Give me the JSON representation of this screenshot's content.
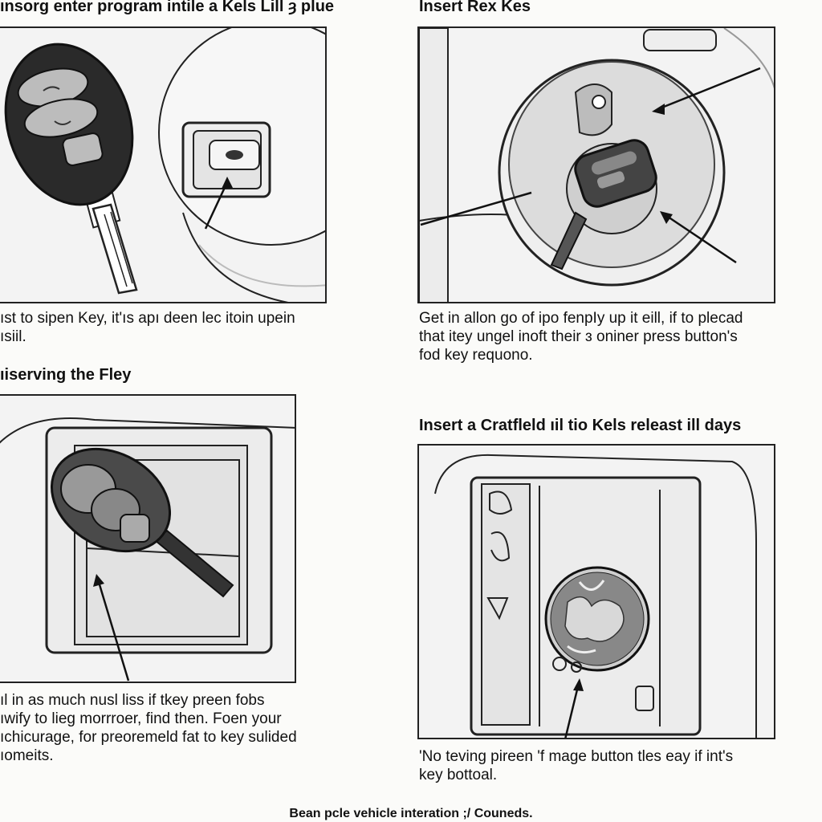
{
  "steps": [
    {
      "heading": "ınsorg enter program intile a Kels Lill ȝ plue",
      "caption": [
        "ıst to sipen Key, it'ıs apı deen lec itoin upein",
        "ısiil."
      ]
    },
    {
      "heading": "Insert Rex Kes",
      "caption": [
        "Get in allon go of ipo fenpIy up it eill, if to plecad",
        "that itey ungel inoft their ɜ oniner press button's",
        "fod key requono."
      ]
    },
    {
      "heading": "ıiserving the Fley",
      "caption": [
        "ıl in as much nusl liss if tkey preen fobs",
        "ıwify to lieg morrroer, find then. Foen your",
        "ıchicurage, for preoremeld fat to key sulided",
        "ıomeits."
      ]
    },
    {
      "heading": "Insert a Cratfleld ıil tio Kels releast ill days",
      "caption": [
        "'No teving pireen 'f mage button tles eay if int's",
        "key bottoal."
      ]
    }
  ],
  "footer": "Bean pcle vehicle interation ;/ Couneds.",
  "colors": {
    "key_body": "#2a2a2a",
    "key_buttons": "#bcbcbc",
    "line_art": "#222222",
    "panel_fill": "#f3f3f3",
    "ignition_fill": "#dcdcdc"
  },
  "icons": [
    "key-fob-icon",
    "ignition-slot-icon",
    "arrow-icon",
    "ignition-cylinder-icon",
    "key-in-slot-icon",
    "dash-port-icon"
  ]
}
